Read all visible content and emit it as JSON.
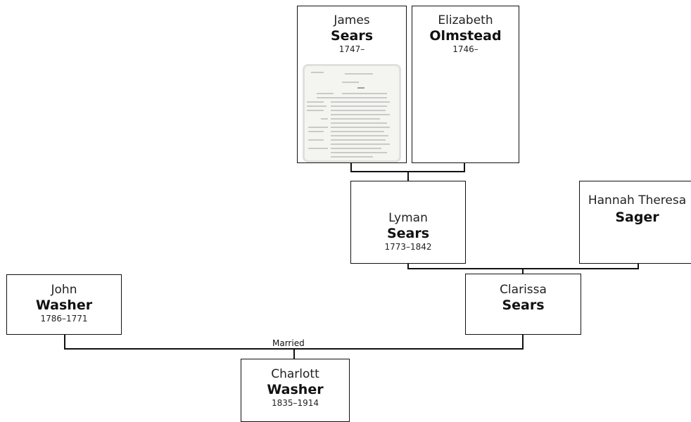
{
  "people": {
    "james": {
      "given": "James",
      "surname": "Sears",
      "dates": "1747–"
    },
    "elizabeth": {
      "given": "Elizabeth",
      "surname": "Olmstead",
      "dates": "1746–"
    },
    "lyman": {
      "given": "Lyman",
      "surname": "Sears",
      "dates": "1773–1842"
    },
    "hannah": {
      "given": "Hannah Theresa",
      "surname": "Sager"
    },
    "john": {
      "given": "John",
      "surname": "Washer",
      "dates": "1786–1771"
    },
    "clarissa": {
      "given": "Clarissa",
      "surname": "Sears"
    },
    "charlott": {
      "given": "Charlott",
      "surname": "Washer",
      "dates": "1835–1914"
    }
  },
  "relationship_label": "Married"
}
